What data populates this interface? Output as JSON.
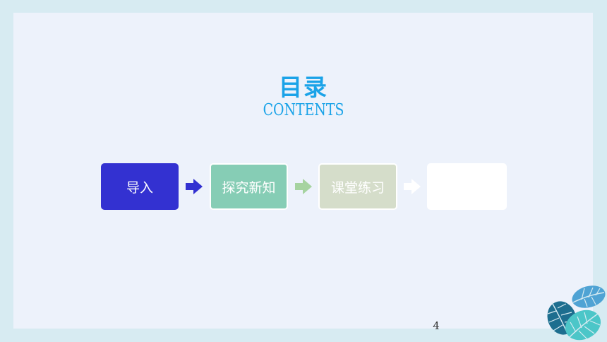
{
  "slide": {
    "title": "目录",
    "subtitle": "CONTENTS",
    "page_number": "4"
  },
  "steps": [
    {
      "label": "导入",
      "color": "#3331d1"
    },
    {
      "label": "探究新知",
      "color": "#86cdb5"
    },
    {
      "label": "课堂练习",
      "color": "#d5ddca"
    },
    {
      "label": "",
      "color": "#ffffff"
    }
  ],
  "arrows": [
    {
      "icon": "arrow-right-icon",
      "color": "#3331d1"
    },
    {
      "icon": "arrow-right-icon",
      "color": "#a6d3a0"
    },
    {
      "icon": "arrow-right-icon",
      "color": "#ffffff"
    }
  ],
  "colors": {
    "accent": "#1aa3e8",
    "frame": "#d7ebf2",
    "slide_bg": "#edf2fb"
  },
  "decoration": {
    "icon": "monstera-leaf-icon"
  }
}
